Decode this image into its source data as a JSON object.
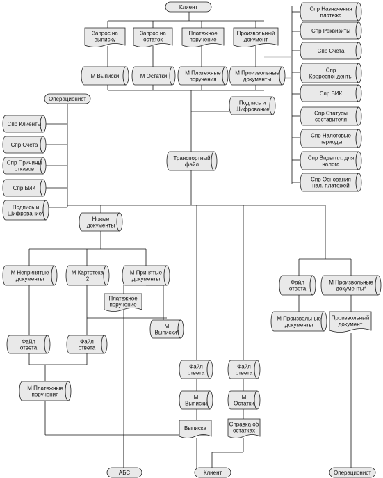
{
  "terminals": {
    "client_top": "Клиент",
    "operator_left": "Операционист",
    "abs": "АБС",
    "client_bottom": "Клиент",
    "operator_bottom": "Операционист"
  },
  "client_docs": {
    "req_statement": [
      "Запрос на",
      "выписку"
    ],
    "req_balance": [
      "Запрос на",
      "остаток"
    ],
    "payment_order": [
      "Платежное",
      "поручение"
    ],
    "arbitrary_doc": [
      "Произвольный",
      "документ"
    ]
  },
  "client_stores": {
    "m_statements": [
      "М Выписки"
    ],
    "m_balances": [
      "М Остатки"
    ],
    "m_payment_orders": [
      "М Платежные",
      "поручения"
    ],
    "m_arbitrary_docs": [
      "М Произвольные",
      "документы"
    ]
  },
  "processes": {
    "sign_encrypt_client": [
      "Подпись и",
      "Шифрование"
    ],
    "sign_encrypt_bank": [
      "Подпись и",
      "Шифрование*"
    ]
  },
  "transport": [
    "Транспортный",
    "файл"
  ],
  "references_right": [
    [
      "Спр Назначения",
      "платежа"
    ],
    [
      "Спр Реквизиты"
    ],
    [
      "Спр Счета"
    ],
    [
      "Спр",
      "Корреспонденты"
    ],
    [
      "Спр БИК"
    ],
    [
      "Спр Статусы",
      "составителя"
    ],
    [
      "Спр Налоговые",
      "периоды"
    ],
    [
      "Спр Виды пл. для",
      "налога"
    ],
    [
      "Спр Основания",
      "нал. платежей"
    ]
  ],
  "references_left": [
    [
      "Спр Клиенты"
    ],
    [
      "Спр Счета"
    ],
    [
      "Спр Причины",
      "отказов"
    ],
    [
      "Спр БИК"
    ]
  ],
  "bank": {
    "new_docs": [
      "Новые",
      "документы"
    ],
    "rejected_docs": [
      "М Непринятые",
      "документы"
    ],
    "card_file": [
      "М Картотека",
      "2"
    ],
    "accepted_docs": [
      "М Принятые",
      "документы"
    ],
    "payment_order_doc": [
      "Платежное",
      "поручение"
    ],
    "m_statements_star": [
      "М",
      "Выписки*"
    ],
    "reply_file_1": [
      "Файл",
      "ответа"
    ],
    "reply_file_2": [
      "Файл",
      "ответа"
    ],
    "m_payment_orders_out": [
      "М Платежные",
      "поручения"
    ],
    "reply_file_statement": [
      "Файл",
      "ответа"
    ],
    "m_statements_out": [
      "М",
      "Выписки"
    ],
    "statement_doc": [
      "Выписка"
    ],
    "reply_file_balance": [
      "Файл",
      "ответа"
    ],
    "m_balances_out": [
      "М",
      "Остатки"
    ],
    "balance_doc": [
      "Справка об",
      "остатках"
    ],
    "reply_file_arb": [
      "Файл",
      "ответа"
    ],
    "m_arbitrary_docs_star": [
      "М Произвольные",
      "документы*"
    ],
    "m_arbitrary_docs_out": [
      "М Произвольные",
      "документы"
    ],
    "arbitrary_doc_out": [
      "Произвольный",
      "документ"
    ]
  }
}
